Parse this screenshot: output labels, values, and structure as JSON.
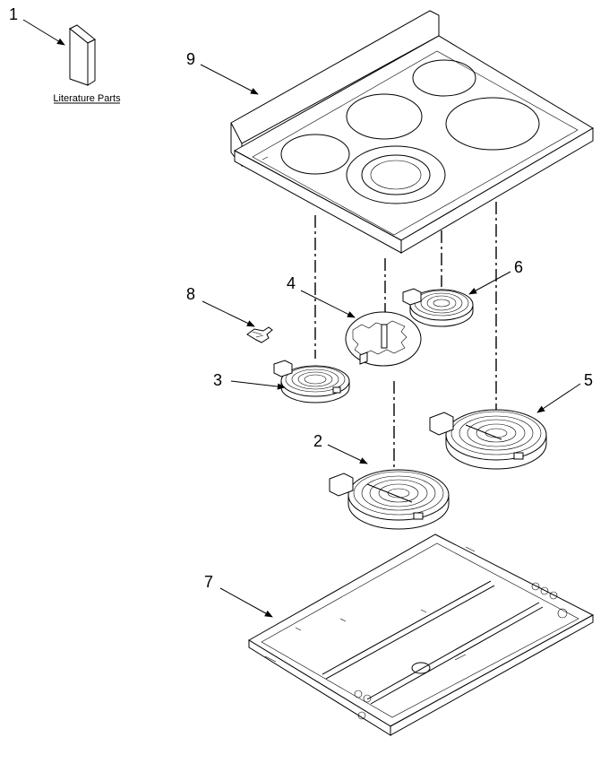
{
  "diagram": {
    "literature_label": "Literature Parts",
    "callouts": {
      "c1": "1",
      "c2": "2",
      "c3": "3",
      "c4": "4",
      "c5": "5",
      "c6": "6",
      "c7": "7",
      "c8": "8",
      "c9": "9"
    }
  }
}
